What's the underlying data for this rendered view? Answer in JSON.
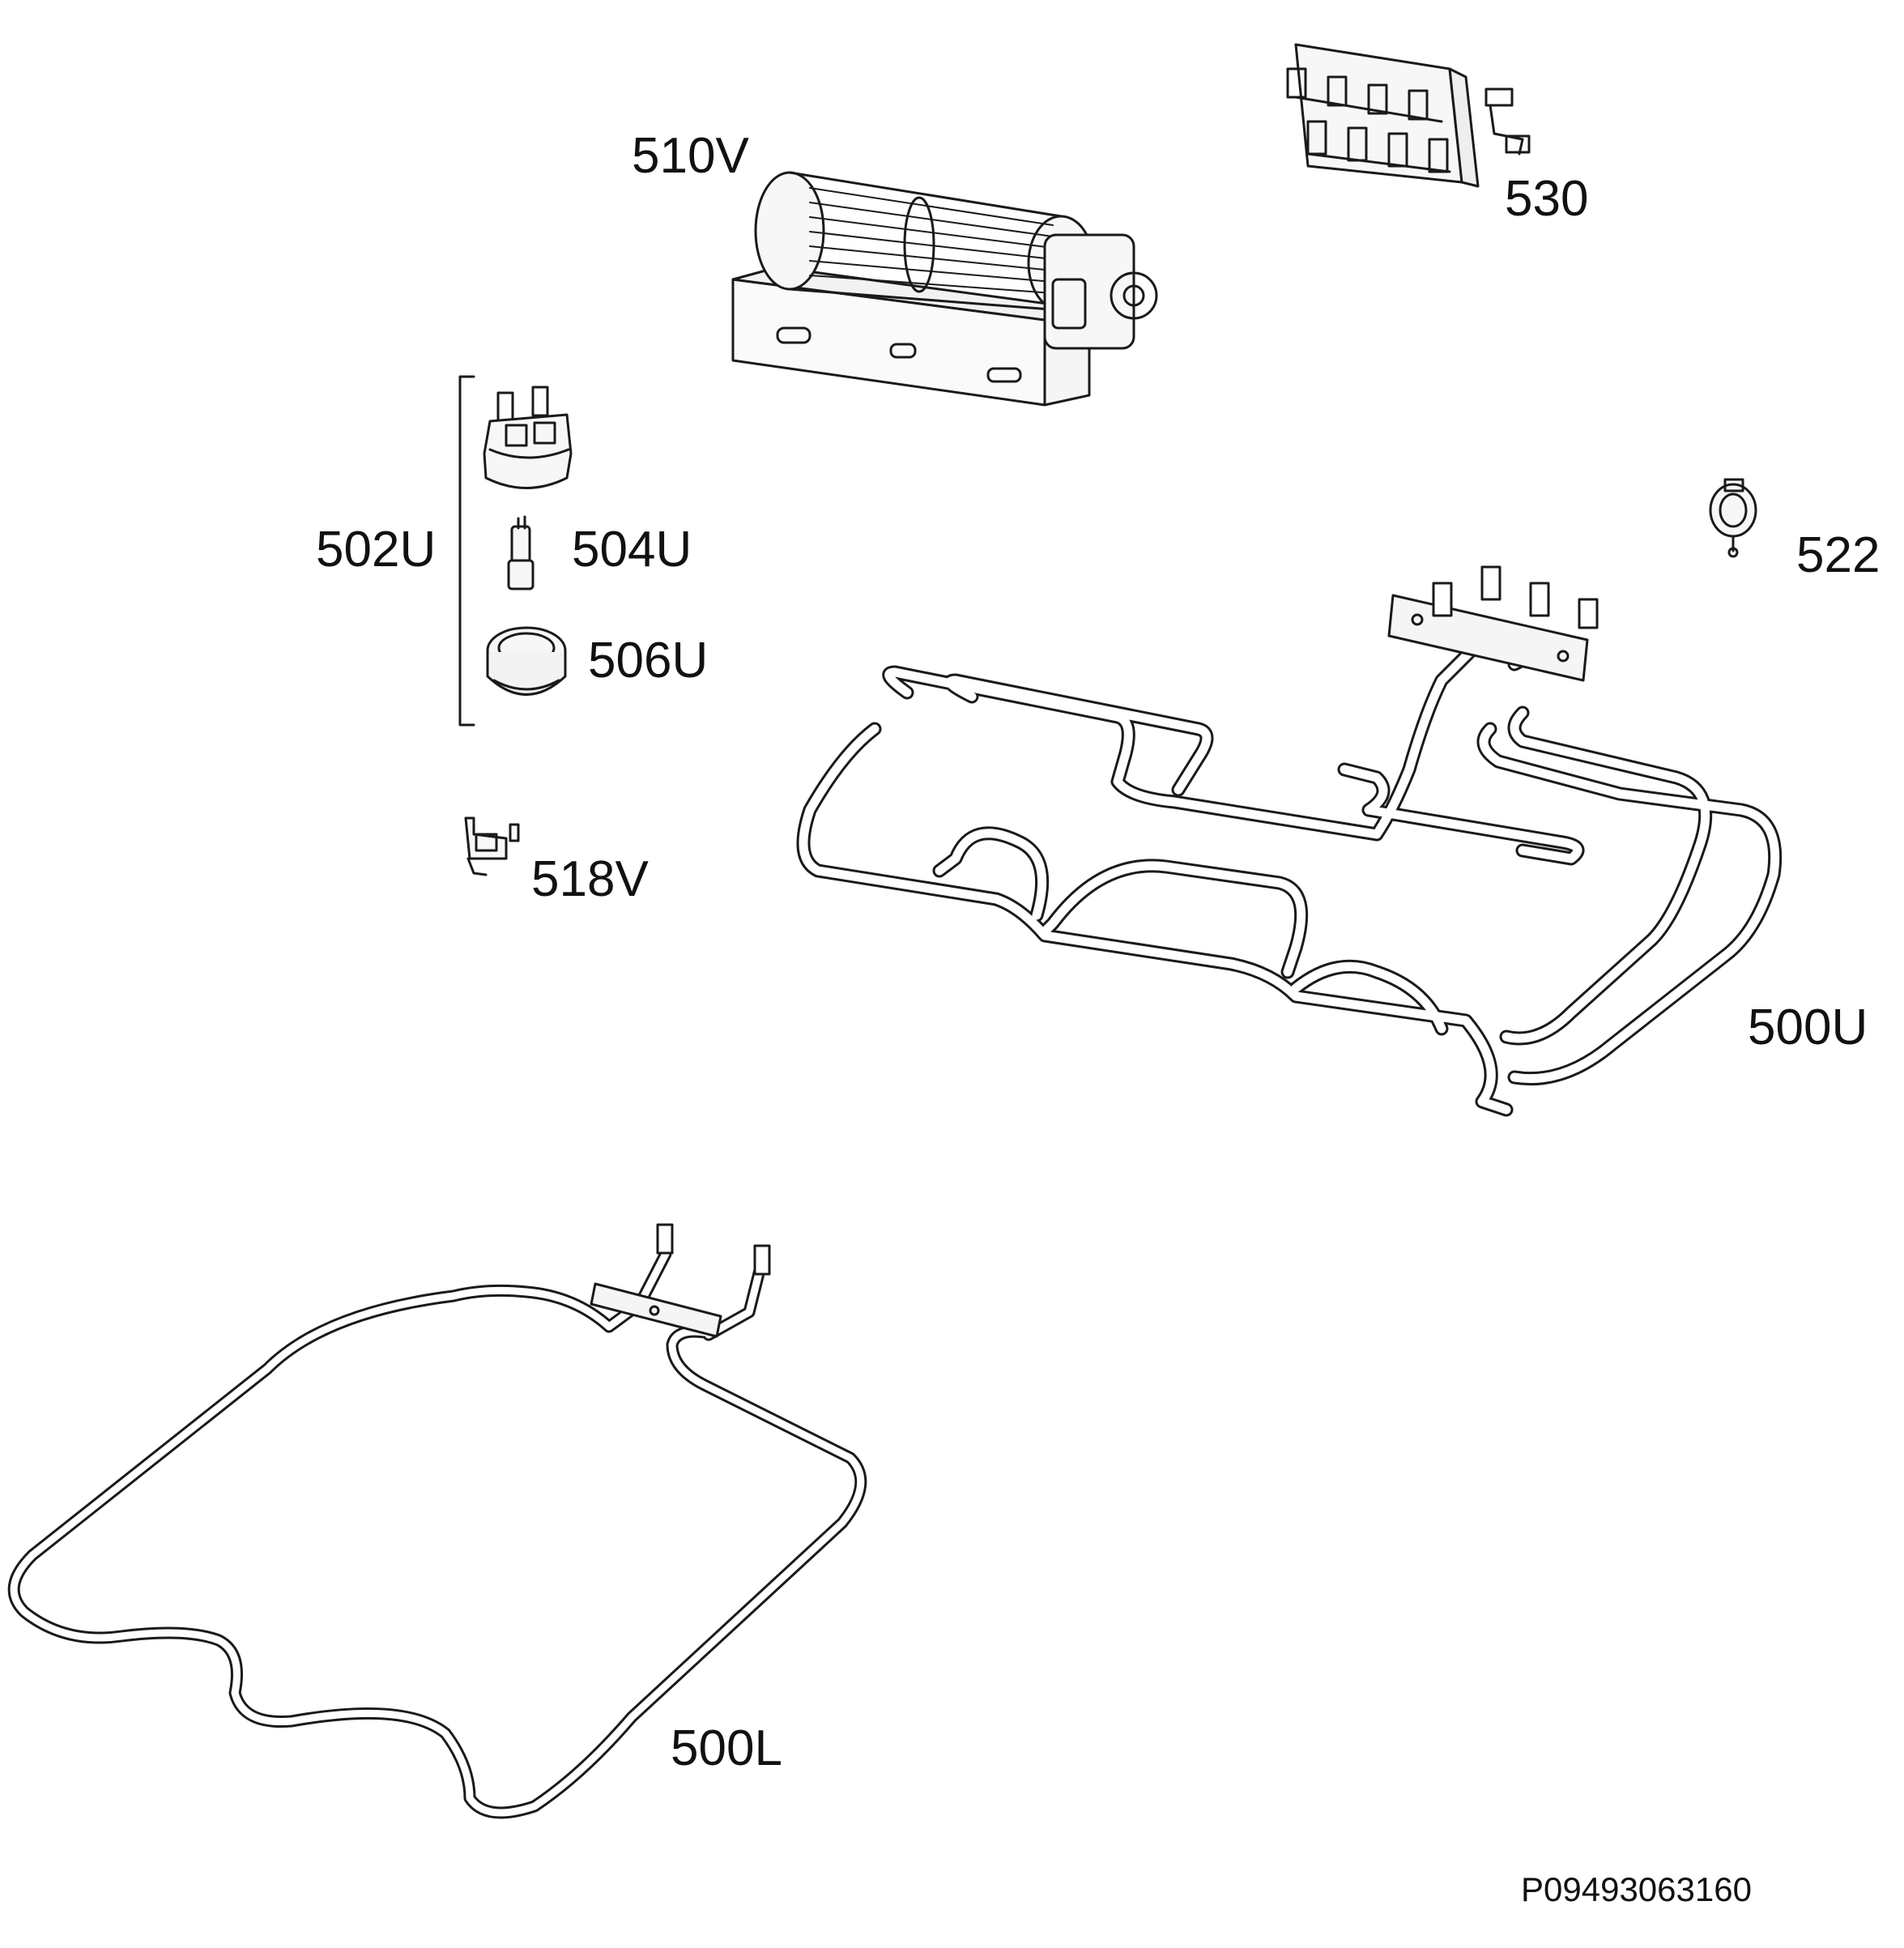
{
  "diagram": {
    "labels": {
      "p510V": "510V",
      "p530": "530",
      "p502U": "502U",
      "p504U": "504U",
      "p506U": "506U",
      "p522": "522",
      "p518V": "518V",
      "p500U": "500U",
      "p500L": "500L"
    },
    "document_id": "P09493063160",
    "colors": {
      "line": "#1a1a1a",
      "background": "#ffffff"
    }
  }
}
